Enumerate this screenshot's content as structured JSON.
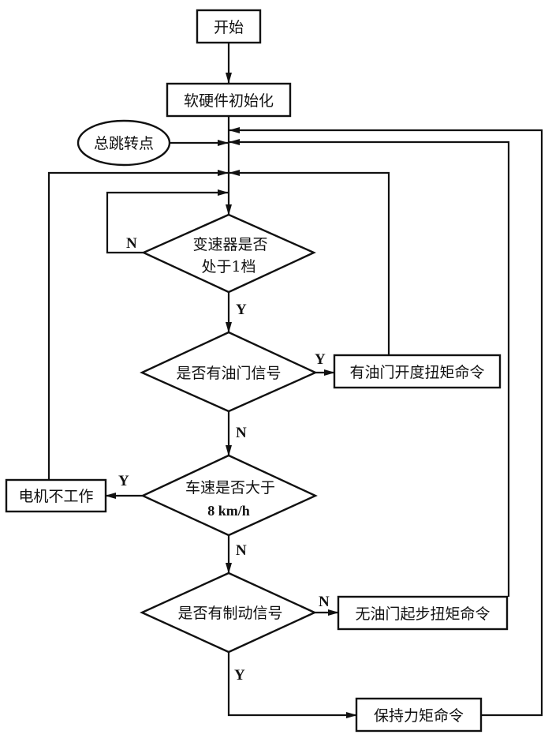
{
  "diagram": {
    "type": "flowchart",
    "nodes": {
      "start": {
        "label": "开始",
        "shape": "rect"
      },
      "init": {
        "label": "软硬件初始化",
        "shape": "rect"
      },
      "jump": {
        "label": "总跳转点",
        "shape": "ellipse"
      },
      "gear": {
        "line1": "变速器是否",
        "line2": "处于1档",
        "shape": "diamond"
      },
      "throttle": {
        "label": "是否有油门信号",
        "shape": "diamond"
      },
      "throttle_cmd": {
        "label": "有油门开度扭矩命令",
        "shape": "rect"
      },
      "speed": {
        "line1": "车速是否大于",
        "line2": "8 km/h",
        "shape": "diamond"
      },
      "motor_off": {
        "label": "电机不工作",
        "shape": "rect"
      },
      "brake": {
        "label": "是否有制动信号",
        "shape": "diamond"
      },
      "start_cmd": {
        "label": "无油门起步扭矩命令",
        "shape": "rect"
      },
      "hold_cmd": {
        "label": "保持力矩命令",
        "shape": "rect"
      }
    },
    "edge_labels": {
      "gear_no": "N",
      "gear_yes": "Y",
      "throttle_yes": "Y",
      "throttle_no": "N",
      "speed_yes": "Y",
      "speed_no": "N",
      "brake_no": "N",
      "brake_yes": "Y"
    },
    "edges": [
      {
        "from": "start",
        "to": "init"
      },
      {
        "from": "init",
        "to": "gear"
      },
      {
        "from": "jump",
        "to": "gear"
      },
      {
        "from": "gear",
        "to": "gear",
        "label": "N"
      },
      {
        "from": "gear",
        "to": "throttle",
        "label": "Y"
      },
      {
        "from": "throttle",
        "to": "throttle_cmd",
        "label": "Y"
      },
      {
        "from": "throttle_cmd",
        "to": "gear"
      },
      {
        "from": "throttle",
        "to": "speed",
        "label": "N"
      },
      {
        "from": "speed",
        "to": "motor_off",
        "label": "Y"
      },
      {
        "from": "motor_off",
        "to": "gear"
      },
      {
        "from": "speed",
        "to": "brake",
        "label": "N"
      },
      {
        "from": "brake",
        "to": "start_cmd",
        "label": "N"
      },
      {
        "from": "start_cmd",
        "to": "gear"
      },
      {
        "from": "brake",
        "to": "hold_cmd",
        "label": "Y"
      },
      {
        "from": "hold_cmd",
        "to": "gear"
      }
    ]
  }
}
